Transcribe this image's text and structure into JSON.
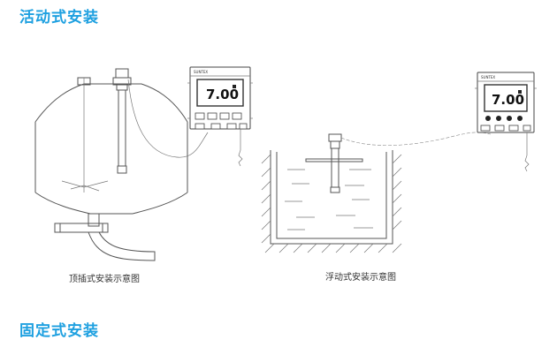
{
  "sections": {
    "mobile_title": "活动式安装",
    "fixed_title": "固定式安装"
  },
  "captions": {
    "top_insertion": "顶插式安装示意图",
    "floating": "浮动式安装示意图"
  },
  "meters": {
    "reading": "7.00",
    "brand": "SUNTEX"
  },
  "colors": {
    "accent": "#1ea0e0",
    "line": "#555555"
  }
}
